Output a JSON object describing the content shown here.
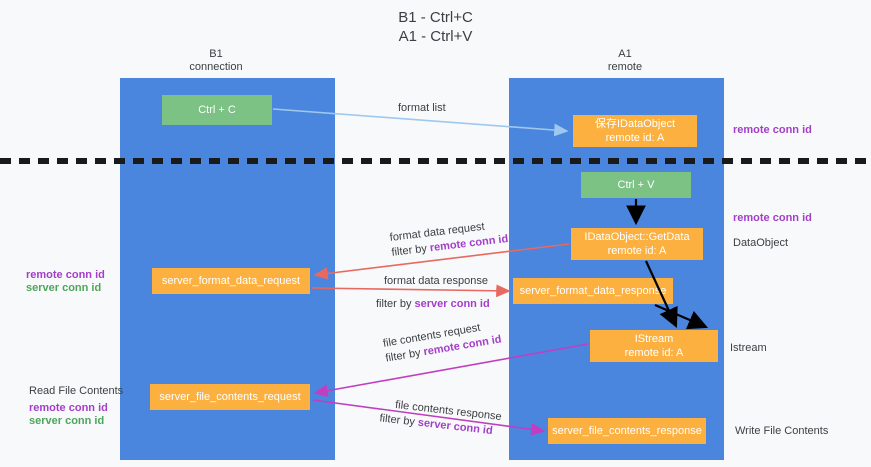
{
  "title": "B1 - Ctrl+C\nA1 - Ctrl+V",
  "columns": [
    {
      "name": "left-column-header",
      "label": "B1\nconnection"
    },
    {
      "name": "right-column-header",
      "label": "A1\nremote"
    }
  ],
  "boxes": [
    {
      "name": "ctrl-c-box",
      "label": "Ctrl + C",
      "color": "green"
    },
    {
      "name": "save-idataobject-box",
      "label": "保存IDataObject\nremote id: A",
      "color": "orange"
    },
    {
      "name": "ctrl-v-box",
      "label": "Ctrl + V",
      "color": "green"
    },
    {
      "name": "idataobject-getdata-box",
      "label": "IDataObject::GetData\nremote id: A",
      "color": "orange"
    },
    {
      "name": "server-format-data-request-box",
      "label": "server_format_data_request",
      "color": "orange"
    },
    {
      "name": "server-format-data-response-box",
      "label": "server_format_data_response",
      "color": "orange"
    },
    {
      "name": "istream-box",
      "label": "IStream\nremote id: A",
      "color": "orange"
    },
    {
      "name": "server-file-contents-request-box",
      "label": "server_file_contents_request",
      "color": "orange"
    },
    {
      "name": "server-file-contents-response-box",
      "label": "server_file_contents_response",
      "color": "orange"
    }
  ],
  "annotations": {
    "right": [
      {
        "name": "annot-remote-conn-id-top",
        "label": "remote conn id",
        "style": "purple"
      },
      {
        "name": "annot-remote-conn-id-middle",
        "label": "remote conn id",
        "style": "purple"
      },
      {
        "name": "annot-dataobject",
        "label": "DataObject",
        "style": "dark"
      },
      {
        "name": "annot-istream",
        "label": "Istream",
        "style": "dark"
      },
      {
        "name": "annot-write-file-contents",
        "label": "Write File Contents",
        "style": "dark"
      }
    ],
    "left": [
      {
        "name": "annot-left-remote-conn-id",
        "label": "remote conn id",
        "style": "purple"
      },
      {
        "name": "annot-left-server-conn-id",
        "label": "server conn id",
        "style": "green"
      },
      {
        "name": "annot-read-file-contents",
        "label": "Read File Contents",
        "style": "dark"
      },
      {
        "name": "annot-left-remote-conn-id-2",
        "label": "remote conn id",
        "style": "purple"
      },
      {
        "name": "annot-left-server-conn-id-2",
        "label": "server conn id",
        "style": "green"
      }
    ]
  },
  "edges": [
    {
      "name": "edge-format-list",
      "line1": "format list",
      "filter_prefix": "",
      "filter_value": ""
    },
    {
      "name": "edge-format-data-request",
      "line1": "format data request",
      "filter_prefix": "filter by ",
      "filter_value": "remote conn id"
    },
    {
      "name": "edge-format-data-response",
      "line1": "format data response",
      "filter_prefix": "filter by ",
      "filter_value": "server conn id"
    },
    {
      "name": "edge-file-contents-request",
      "line1": "file contents request",
      "filter_prefix": "filter by ",
      "filter_value": "remote conn id"
    },
    {
      "name": "edge-file-contents-response",
      "line1": "file contents response",
      "filter_prefix": "filter by ",
      "filter_value": "server conn id"
    }
  ],
  "colors": {
    "background": "#f8f9fa",
    "lane": "#4a86de",
    "box_green": "#7cc284",
    "box_orange": "#fbb040",
    "text_dark": "#3c4043",
    "accent_purple": "#a43ecb",
    "accent_green": "#4fa45c",
    "arrow_light_blue": "#9fc8ef",
    "arrow_red": "#e8695f",
    "arrow_magenta": "#c13ec1",
    "arrow_black": "#000000",
    "divider": "#1a1a1a"
  }
}
